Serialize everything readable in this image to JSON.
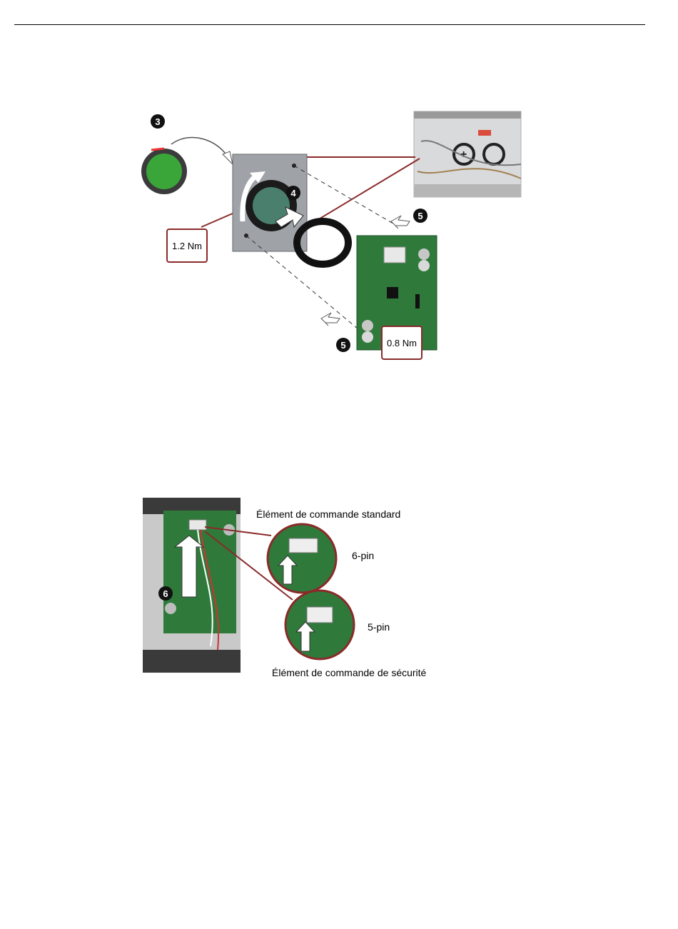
{
  "figure1": {
    "callouts": {
      "c3": "3",
      "c4": "4",
      "c5a": "5",
      "c5b": "5"
    },
    "torque_frame": "1.2 Nm",
    "torque_board": "0.8 Nm"
  },
  "figure2": {
    "callout6": "6",
    "label_standard": "Élément de commande standard",
    "label_6pin": "6-pin",
    "label_5pin": "5-pin",
    "label_safety": "Élément de commande de sécurité"
  },
  "colors": {
    "accent_red": "#8a2a2a",
    "pcb_green": "#2f7a3a",
    "button_green": "#3aa63a"
  }
}
